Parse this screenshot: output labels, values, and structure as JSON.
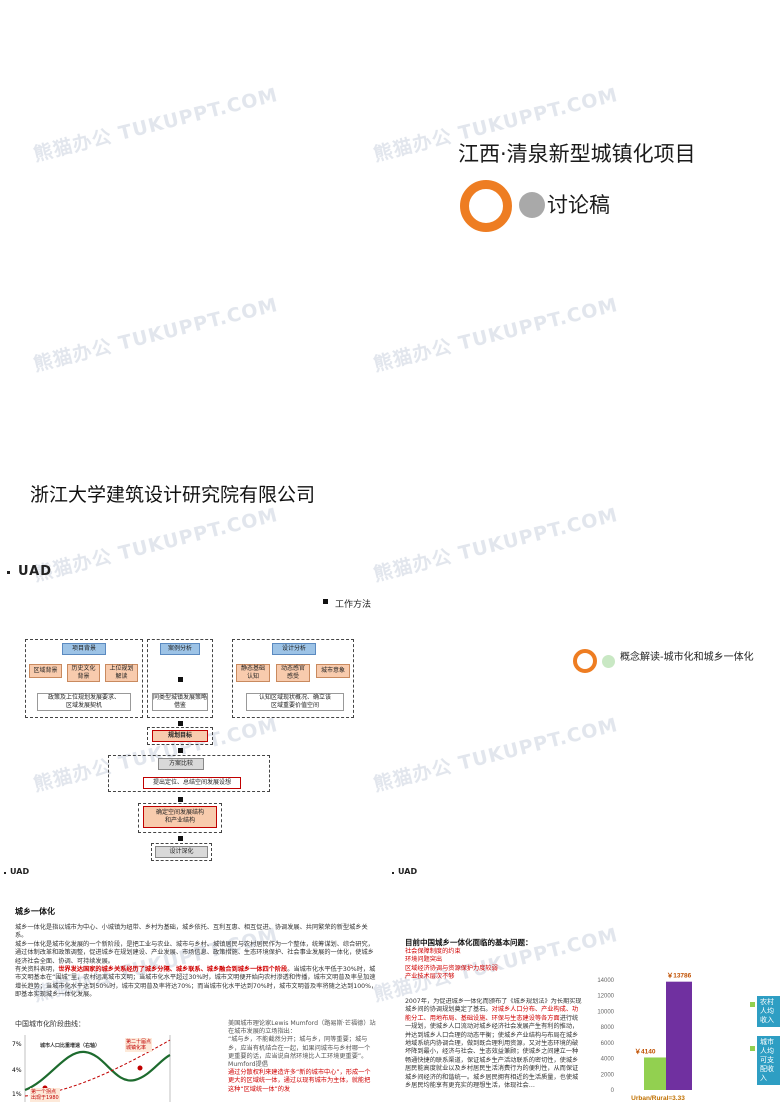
{
  "watermark_text": "熊猫办公 TUKUPPT.COM",
  "slide1": {
    "title": "江西·清泉新型城镇化项目",
    "subtitle": "讨论稿",
    "company": "浙江大学建筑设计研究院有限公司",
    "accent_color": "#ee7d22",
    "dot_color": "#a9a9a9"
  },
  "slide2": {
    "logo": "UAD",
    "method_label": "工作方法",
    "concept_title": "概念解读-城市化和城乡一体化",
    "flow": {
      "col1_head": "项目背景",
      "col1_items": [
        "区域背景",
        "历史文化\n背景",
        "上位规划\n解读"
      ],
      "col1_foot": "政策及上位规划发展要求、\n区域发展契机",
      "col2_head": "案例分析",
      "col2_foot": "同类型城镇发展策略\n借鉴",
      "col3_head": "设计分析",
      "col3_items": [
        "静态基础\n认知",
        "动态感官\n感受",
        "城市意象"
      ],
      "col3_foot": "认知区域现状概况、确立该\n区域重要价值空间",
      "goal": "规划目标",
      "compare": "方案比较",
      "position": "提出定位、总结空间发展设想",
      "structure": "确定空间发展结构\n和产业结构",
      "deepen": "设计深化"
    }
  },
  "slide3": {
    "logo": "UAD",
    "heading": "城乡一体化",
    "p1": "城乡一体化是指以城市为中心、小城镇为纽带、乡村为基础，城乡依托、互利互惠、相互促进、协调发展、共同繁荣的新型城乡关系。",
    "p2": "城乡一体化是城市化发展的一个新阶段，是把工业与农业、城市与乡村、城镇居民与农村居民作为一个整体，统筹谋划、综合研究，通过体制改革和政策调整，促进城乡在规划建设、产业发展、市场信息、政策措施、生态环境保护、社会事业发展的一体化，使城乡经济社会全面、协调、可持续发展。",
    "p3a": "有关资料表明，",
    "p3b": "世界发达国家的城乡关系经历了城乡分隔、城乡联系、城乡融合到城乡一体四个阶段",
    "p3c": "。当城市化水平低于30%时，城市文明基本在“围城”里，农村远离城市文明；当城市化水平超过30%时，城市文明便开始向农村渗透和传播，城市文明普及率呈加速增长趋势；当城市化水平达到50%时，城市文明普及率将达70%；而当城市化水平达到70%时，城市文明普及率将随之达到100%，即基本实现城乡一体化发展。",
    "curve_title": "中国城市化阶段曲线：",
    "curve_labels": [
      "城市人口比重增速（右轴）",
      "第二十届点\n城镇化率",
      "第一个拐点\n出现于1980"
    ],
    "quote_title": "美国城市理论家Lewis Mumford（路易斯·芒福德）站在城市发展的立场指出：",
    "quote_body": "“城与乡，不能截然分开；城与乡，同等重要；城与乡，应当有机结合在一起，如果问城市与乡村哪一个更重要的话，应当说自然环境比人工环境更重要”。Mumford提倡",
    "quote_red": "通过分散权利来建造许多“新的城市中心”，形成一个更大的区域统一体，通过以现有城市为主体，就能把这种“区域统一体”的发",
    "problems_title": "目前中国城乡一体化面临的基本问题：",
    "problems": [
      "社会保障制度的约束",
      "环境问题突出",
      "区域经济协调与资源保护力度较弱",
      "产业技术层次不够"
    ],
    "p4a": "2007年，为促进城乡一体化而颁布了《城乡规划法》为长期实现城乡间的协调规划奠定了基石。",
    "p4b": "对城乡人口分布、产业构成、功能分工、用地布局、基础设施、环保与生态建设等各方面",
    "p4c": "进行统一规划，使城乡人口流动对城乡经济社会发展产生有利的推动，并达到城乡人口合理的动态平衡；使城乡产业结构与布局在城乡地域系统内协调合理，做到既合理利用资源，又对生态环境的破坏降到最小，经济与社会、生态效益兼顾；使城乡之间建立一种畅通快捷的联系渠道，保证城乡生产活动联系的密切性，使城乡居民能高度就业以及乡村居民生活消费行为的便利性，从而保证城乡间经济的和谐统一。城乡居民拥有相近的生活质量，也使城乡居民均能享有更充实的理想生活，体现社会…"
  },
  "chart_data": {
    "type": "bar",
    "categories": [
      "城市人均可支配收入",
      "农村人均收入"
    ],
    "series": [
      {
        "name": "城市人均可支配收入",
        "values": [
          13786
        ],
        "color": "#7030a0"
      },
      {
        "name": "农村人均收入",
        "values": [
          4140
        ],
        "color": "#92d050"
      }
    ],
    "data_labels": [
      "￥13786",
      "￥4140"
    ],
    "legend": [
      "农村人均收入",
      "城市人均可支配收入"
    ],
    "legend_color": "#2e9ec3",
    "yticks": [
      0,
      2000,
      4000,
      6000,
      8000,
      10000,
      12000,
      14000
    ],
    "ylim": [
      0,
      14000
    ],
    "xlabel": "Urban/Rural=3.33",
    "grid": false
  }
}
